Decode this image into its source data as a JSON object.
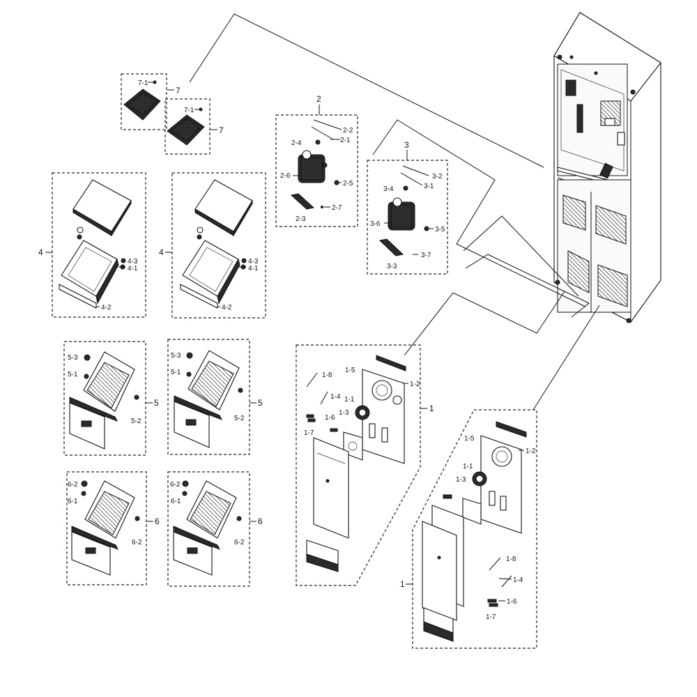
{
  "labels": {
    "g1": "1",
    "g1b": "1",
    "g2": "2",
    "g3": "3",
    "g4a": "4",
    "g4b": "4",
    "g5a": "5",
    "g5b": "5",
    "g6a": "6",
    "g6b": "6",
    "g7a": "7",
    "g7b": "7",
    "p71a": "7-1",
    "p71b": "7-1",
    "p21": "2-1",
    "p22": "2-2",
    "p23": "2-3",
    "p24": "2-4",
    "p25": "2-5",
    "p26": "2-6",
    "p27": "2-7",
    "p31": "3-1",
    "p32": "3-2",
    "p33": "3-3",
    "p34": "3-4",
    "p35": "3-5",
    "p36": "3-6",
    "p37": "3-7",
    "p41a": "4-1",
    "p42a": "4-2",
    "p43a": "4-3",
    "p41b": "4-1",
    "p42b": "4-2",
    "p43b": "4-3",
    "p51a": "5-1",
    "p52a": "5-2",
    "p53a": "5-3",
    "p51b": "5-1",
    "p52b": "5-2",
    "p53b": "5-3",
    "p61a": "6-1",
    "p62a": "6-2",
    "p62c": "6-2",
    "p61b": "6-1",
    "p62b": "6-2",
    "p62d": "6-2",
    "p11a": "1-1",
    "p12a": "1-2",
    "p13a": "1-3",
    "p14a": "1-4",
    "p15a": "1-5",
    "p16a": "1-6",
    "p17a": "1-7",
    "p18a": "1-8",
    "p11b": "1-1",
    "p12b": "1-2",
    "p13b": "1-3",
    "p14b": "1-4",
    "p15b": "1-5",
    "p16b": "1-6",
    "p17b": "1-7",
    "p18b": "1-8"
  }
}
